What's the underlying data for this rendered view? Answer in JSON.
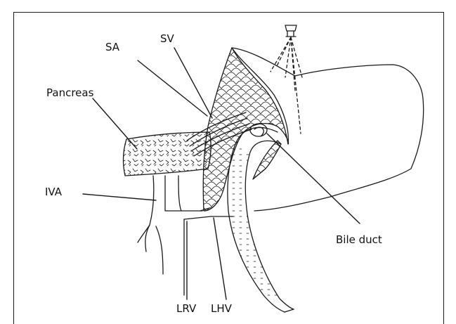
{
  "labels": {
    "sa": "SA",
    "sv": "SV",
    "pancreas": "Pancreas",
    "iva": "IVA",
    "bile_duct": "Bile duct",
    "lrv": "LRV",
    "lhv": "LHV"
  },
  "colors": {
    "line": "#1a1a1a",
    "background": "#ffffff"
  }
}
